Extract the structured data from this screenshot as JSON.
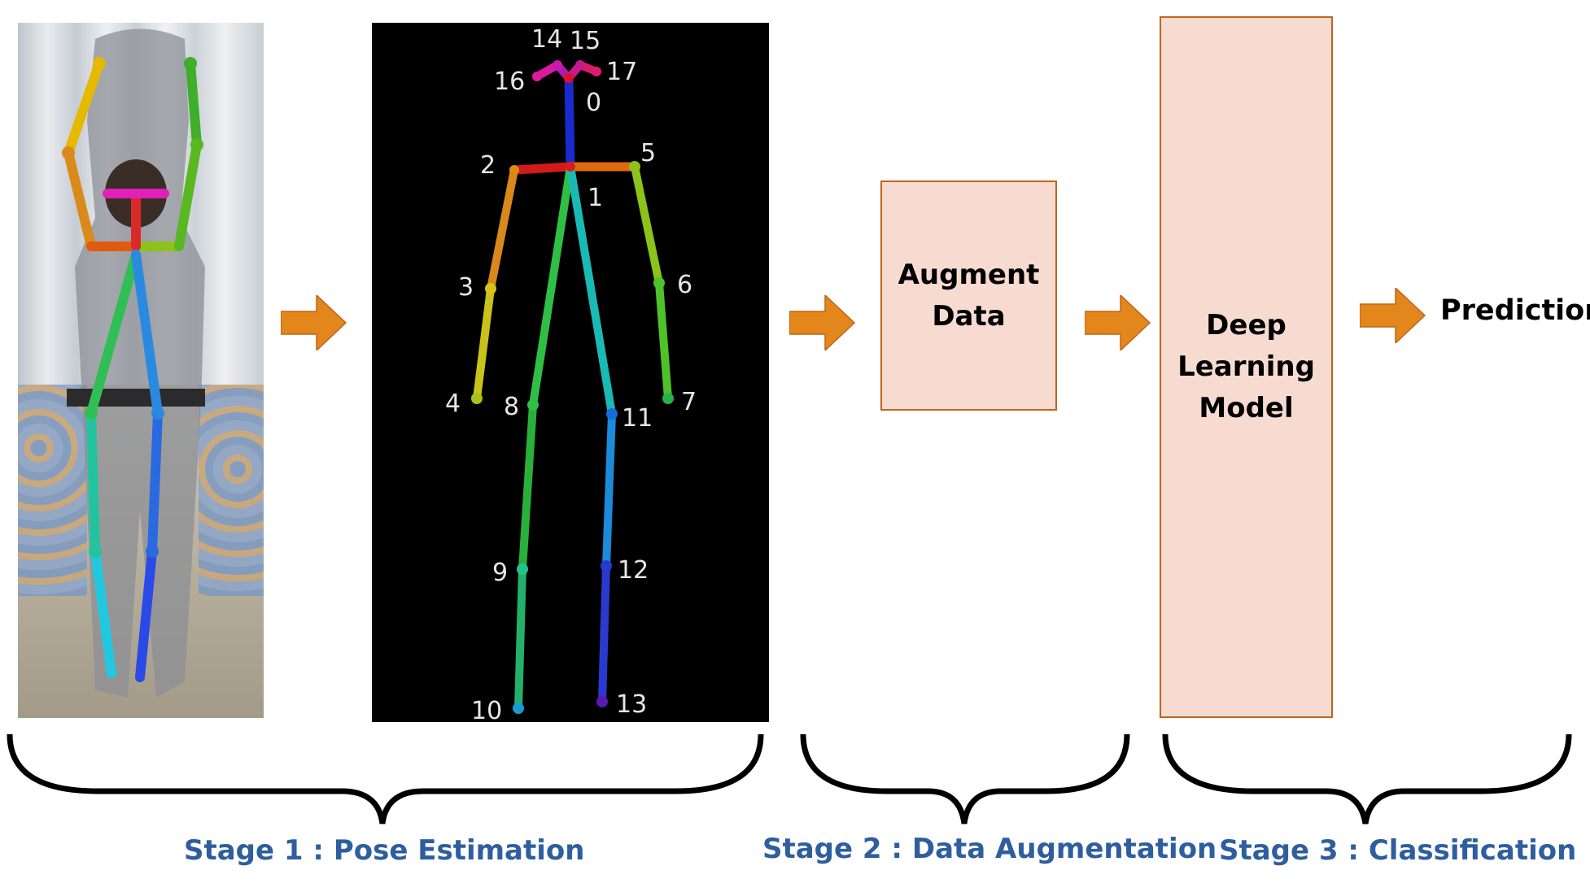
{
  "diagram": {
    "skeleton_labels": [
      "0",
      "1",
      "2",
      "3",
      "4",
      "5",
      "6",
      "7",
      "8",
      "9",
      "10",
      "11",
      "12",
      "13",
      "14",
      "15",
      "16",
      "17"
    ],
    "boxes": {
      "augment": "Augment\nData",
      "model": "Deep\nLearning\nModel"
    },
    "prediction": "Prediction",
    "stages": {
      "stage1": "Stage 1 : Pose Estimation",
      "stage2": "Stage 2 : Data Augmentation",
      "stage3": "Stage 3 : Classification"
    },
    "colors": {
      "arrow": "#e3861b",
      "box_fill": "#f8dbd0",
      "box_border": "#c0651d",
      "stage_text": "#2e5e9e"
    }
  }
}
